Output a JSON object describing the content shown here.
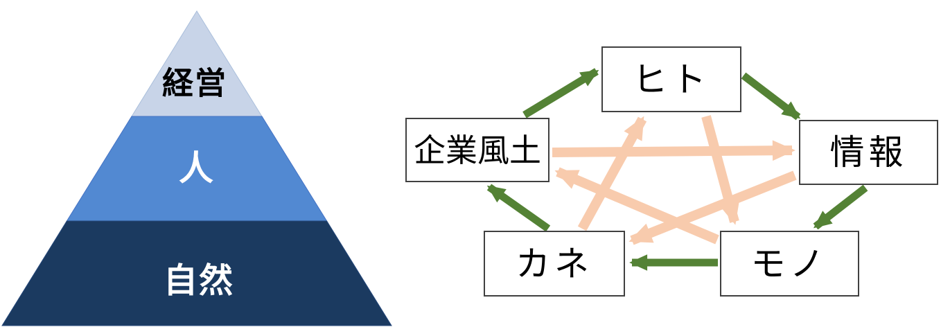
{
  "pyramid": {
    "description": "three-layer pyramid",
    "layers": [
      {
        "label": "経営",
        "color": "#c8d4e8",
        "text_color": "#000000"
      },
      {
        "label": "人",
        "color": "#5289d2",
        "text_color": "#ffffff"
      },
      {
        "label": "自然",
        "color": "#1b3a60",
        "text_color": "#ffffff"
      }
    ]
  },
  "cycle_diagram": {
    "description": "five management resources cycle with inner star",
    "nodes": [
      {
        "label": "ヒト"
      },
      {
        "label": "情報"
      },
      {
        "label": "モノ"
      },
      {
        "label": "カネ"
      },
      {
        "label": "企業風土"
      }
    ],
    "outer_cycle": {
      "color": "#548235",
      "direction": "clockwise",
      "edges": [
        {
          "from": "企業風土",
          "to": "ヒト"
        },
        {
          "from": "ヒト",
          "to": "情報"
        },
        {
          "from": "情報",
          "to": "モノ"
        },
        {
          "from": "モノ",
          "to": "カネ"
        },
        {
          "from": "カネ",
          "to": "企業風土"
        }
      ]
    },
    "inner_star": {
      "color": "#F8CBAD",
      "edges": [
        {
          "from": "企業風土",
          "to": "情報"
        },
        {
          "from": "情報",
          "to": "カネ"
        },
        {
          "from": "カネ",
          "to": "ヒト"
        },
        {
          "from": "ヒト",
          "to": "モノ"
        },
        {
          "from": "モノ",
          "to": "企業風土"
        }
      ]
    }
  }
}
